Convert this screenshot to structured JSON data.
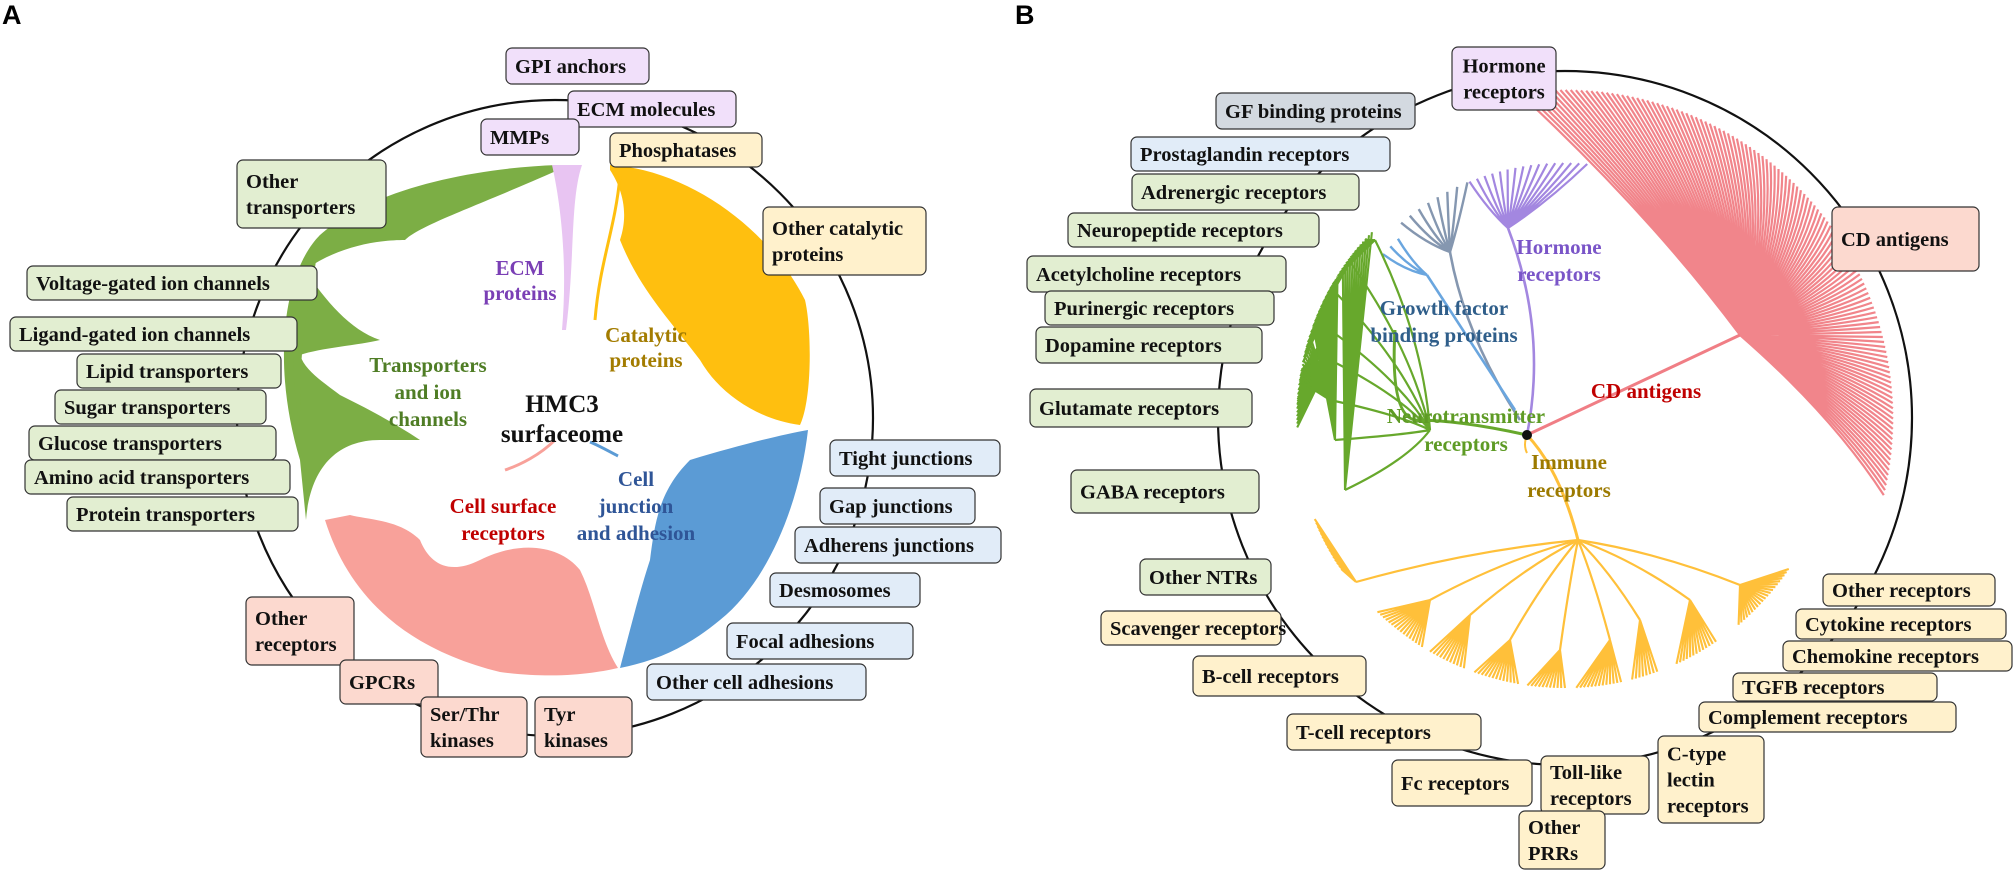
{
  "colors": {
    "green": "#7cae45",
    "green_dark": "#67a82c",
    "green_box": "#e2eed1",
    "yellow": "#ffbf0f",
    "yellow_b": "#ffc03a",
    "yellow_box": "#fff1cc",
    "blue": "#5b9bd5",
    "blue_box": "#e1ecf8",
    "pink": "#f8a19a",
    "pink_box": "#fcd9cf",
    "red": "#f07e85",
    "purple": "#e8c4f2",
    "purple_b": "#a387e0",
    "purple_box": "#f1e0fa",
    "steel": "#8597b0",
    "steel_box": "#d3d9e0",
    "lightblue": "#6aa6df"
  },
  "panel_a": {
    "label": "A",
    "center": [
      "HMC3",
      "surfaceome"
    ],
    "categories": [
      {
        "lines": [
          "ECM",
          "proteins"
        ],
        "color": "#7a3fb5"
      },
      {
        "lines": [
          "Catalytic",
          "proteins"
        ],
        "color": "#a37c00"
      },
      {
        "lines": [
          "Transporters",
          "and ion",
          "channels"
        ],
        "color": "#4f7d25"
      },
      {
        "lines": [
          "Cell surface",
          "receptors"
        ],
        "color": "#c00000"
      },
      {
        "lines": [
          "Cell",
          "junction",
          "and adhesion"
        ],
        "color": "#2f5597"
      }
    ],
    "boxes": [
      {
        "lines": [
          "GPI anchors"
        ],
        "cat": "purple"
      },
      {
        "lines": [
          "ECM molecules"
        ],
        "cat": "purple"
      },
      {
        "lines": [
          "MMPs"
        ],
        "cat": "purple"
      },
      {
        "lines": [
          "Phosphatases"
        ],
        "cat": "yellow"
      },
      {
        "lines": [
          "Other catalytic",
          "proteins"
        ],
        "cat": "yellow"
      },
      {
        "lines": [
          "Other",
          "transporters"
        ],
        "cat": "green"
      },
      {
        "lines": [
          "Voltage-gated ion channels"
        ],
        "cat": "green"
      },
      {
        "lines": [
          "Ligand-gated ion channels"
        ],
        "cat": "green"
      },
      {
        "lines": [
          "Lipid transporters"
        ],
        "cat": "green"
      },
      {
        "lines": [
          "Sugar transporters"
        ],
        "cat": "green"
      },
      {
        "lines": [
          "Glucose transporters"
        ],
        "cat": "green"
      },
      {
        "lines": [
          "Amino acid transporters"
        ],
        "cat": "green"
      },
      {
        "lines": [
          "Protein transporters"
        ],
        "cat": "green"
      },
      {
        "lines": [
          "Tight junctions"
        ],
        "cat": "blue"
      },
      {
        "lines": [
          "Gap junctions"
        ],
        "cat": "blue"
      },
      {
        "lines": [
          "Adherens junctions"
        ],
        "cat": "blue"
      },
      {
        "lines": [
          "Desmosomes"
        ],
        "cat": "blue"
      },
      {
        "lines": [
          "Focal adhesions"
        ],
        "cat": "blue"
      },
      {
        "lines": [
          "Other cell adhesions"
        ],
        "cat": "blue"
      },
      {
        "lines": [
          "Other",
          "receptors"
        ],
        "cat": "pink"
      },
      {
        "lines": [
          "GPCRs"
        ],
        "cat": "pink"
      },
      {
        "lines": [
          "Ser/Thr",
          "kinases"
        ],
        "cat": "pink"
      },
      {
        "lines": [
          "Tyr",
          "kinases"
        ],
        "cat": "pink"
      }
    ]
  },
  "panel_b": {
    "label": "B",
    "categories": [
      {
        "lines": [
          "Hormone",
          "receptors"
        ],
        "color": "#7a55c8"
      },
      {
        "lines": [
          "Growth factor",
          "binding proteins"
        ],
        "color": "#2f5e8a"
      },
      {
        "lines": [
          "CD antigens"
        ],
        "color": "#c00000"
      },
      {
        "lines": [
          "Neurotransmitter",
          "receptors"
        ],
        "color": "#5e9b25"
      },
      {
        "lines": [
          "Immune",
          "receptors"
        ],
        "color": "#9c7a00"
      }
    ],
    "boxes": [
      {
        "lines": [
          "Hormone",
          "receptors"
        ],
        "cat": "purple"
      },
      {
        "lines": [
          "GF binding proteins"
        ],
        "cat": "steel"
      },
      {
        "lines": [
          "Prostaglandin receptors"
        ],
        "cat": "blue"
      },
      {
        "lines": [
          "Adrenergic receptors"
        ],
        "cat": "green"
      },
      {
        "lines": [
          "Neuropeptide receptors"
        ],
        "cat": "green"
      },
      {
        "lines": [
          "Acetylcholine receptors"
        ],
        "cat": "green"
      },
      {
        "lines": [
          "Purinergic receptors"
        ],
        "cat": "green"
      },
      {
        "lines": [
          "Dopamine receptors"
        ],
        "cat": "green"
      },
      {
        "lines": [
          "Glutamate receptors"
        ],
        "cat": "green"
      },
      {
        "lines": [
          "GABA receptors"
        ],
        "cat": "green"
      },
      {
        "lines": [
          "Other NTRs"
        ],
        "cat": "green"
      },
      {
        "lines": [
          "CD antigens"
        ],
        "cat": "pink"
      },
      {
        "lines": [
          "Scavenger receptors"
        ],
        "cat": "yellow"
      },
      {
        "lines": [
          "B-cell receptors"
        ],
        "cat": "yellow"
      },
      {
        "lines": [
          "T-cell receptors"
        ],
        "cat": "yellow"
      },
      {
        "lines": [
          "Fc receptors"
        ],
        "cat": "yellow"
      },
      {
        "lines": [
          "Toll-like",
          "receptors"
        ],
        "cat": "yellow"
      },
      {
        "lines": [
          "Other",
          "PRRs"
        ],
        "cat": "yellow"
      },
      {
        "lines": [
          "C-type",
          "lectin",
          "receptors"
        ],
        "cat": "yellow"
      },
      {
        "lines": [
          "Other receptors"
        ],
        "cat": "yellow"
      },
      {
        "lines": [
          "Cytokine receptors"
        ],
        "cat": "yellow"
      },
      {
        "lines": [
          "Chemokine receptors"
        ],
        "cat": "yellow"
      },
      {
        "lines": [
          "TGFB receptors"
        ],
        "cat": "yellow"
      },
      {
        "lines": [
          "Complement receptors"
        ],
        "cat": "yellow"
      }
    ]
  }
}
